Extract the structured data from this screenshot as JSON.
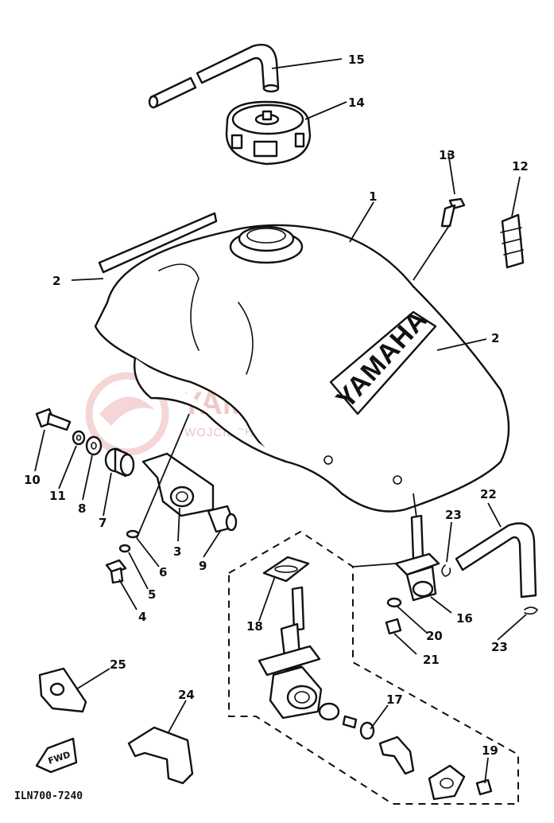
{
  "diagram": {
    "brand_text": "YAMAHA",
    "drawing_code": "ILN700-7240",
    "fwd_label": "FWD",
    "watermark": {
      "main": "YAMA-SKLEP.PL",
      "sub": "WOJCIECH HOWICZ I DEALER YAMAHA",
      "color": "#e08a8a"
    },
    "callouts": [
      "1",
      "2",
      "2",
      "3",
      "4",
      "5",
      "6",
      "7",
      "8",
      "9",
      "10",
      "11",
      "12",
      "13",
      "14",
      "15",
      "16",
      "17",
      "18",
      "19",
      "20",
      "21",
      "22",
      "23",
      "23",
      "24",
      "25"
    ]
  }
}
